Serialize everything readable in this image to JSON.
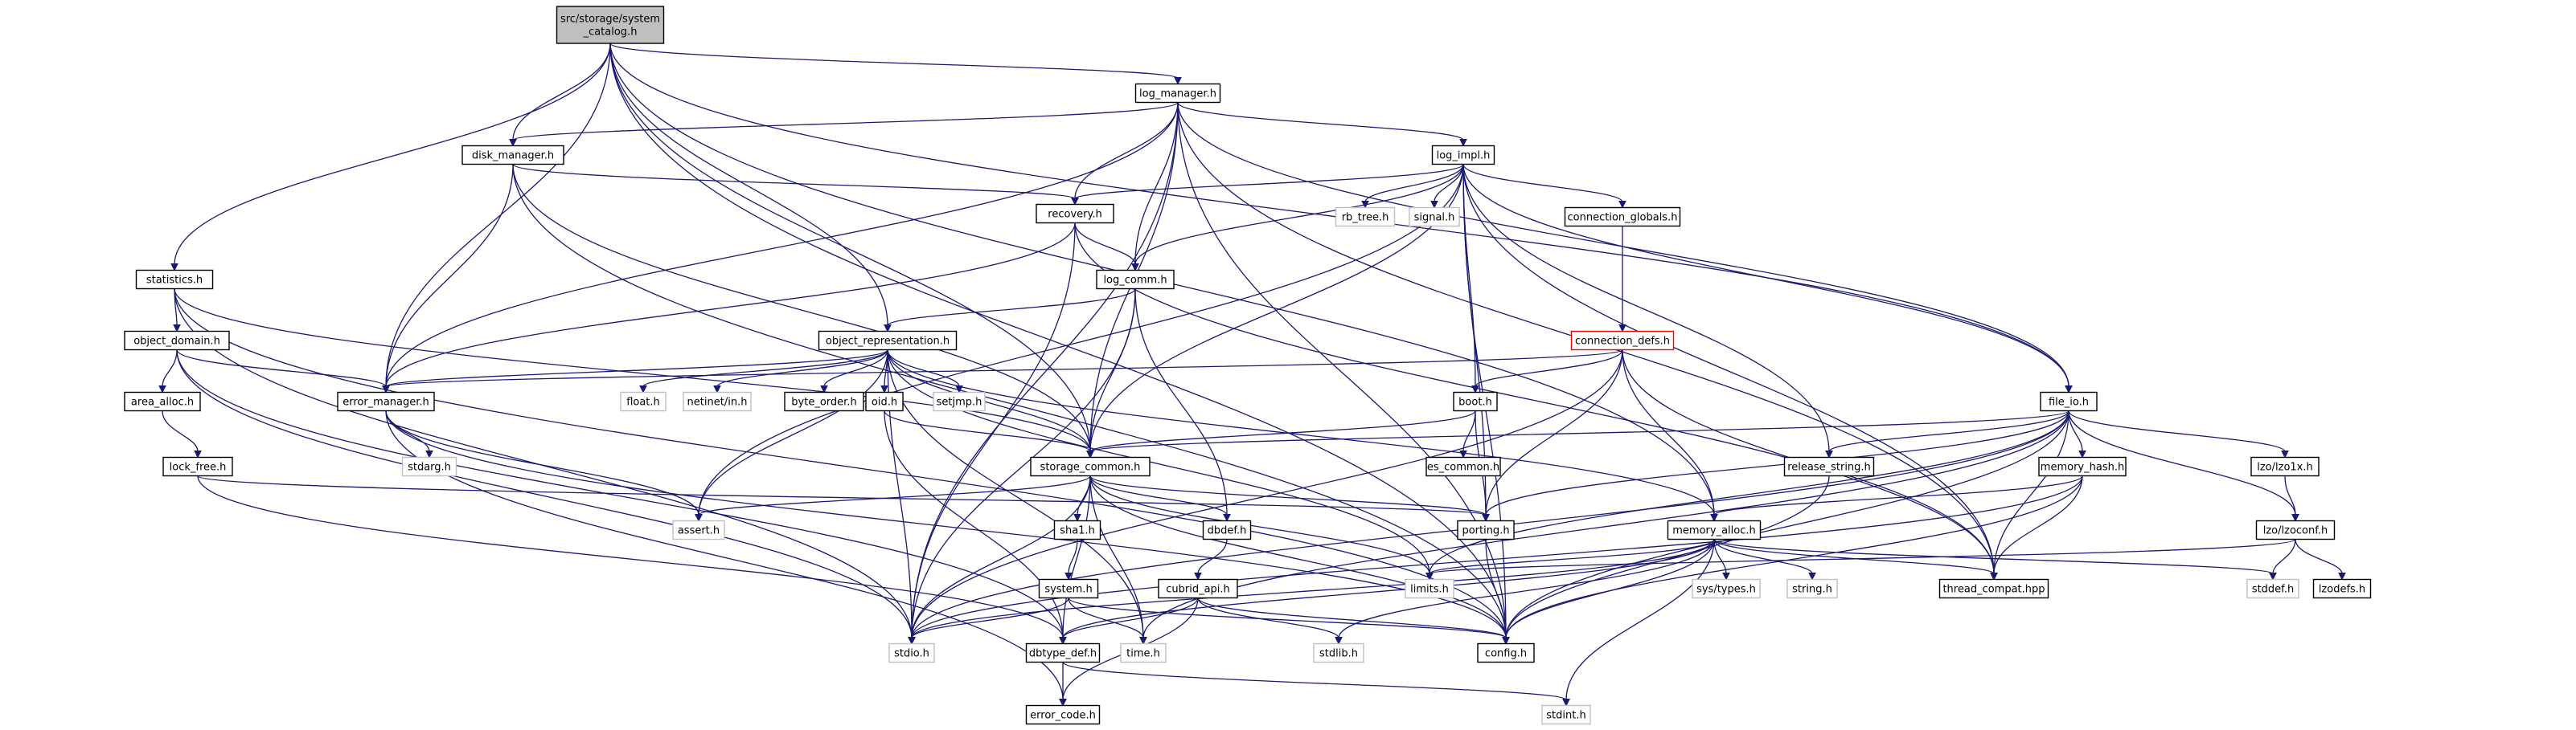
{
  "graph": {
    "nodes": [
      {
        "id": "catalog",
        "lines": [
          "src/storage/system",
          "_catalog.h"
        ],
        "style": "root"
      },
      {
        "id": "log_manager",
        "lines": [
          "log_manager.h"
        ]
      },
      {
        "id": "disk_manager",
        "lines": [
          "disk_manager.h"
        ]
      },
      {
        "id": "log_impl",
        "lines": [
          "log_impl.h"
        ]
      },
      {
        "id": "statistics",
        "lines": [
          "statistics.h"
        ]
      },
      {
        "id": "recovery",
        "lines": [
          "recovery.h"
        ]
      },
      {
        "id": "rb_tree",
        "lines": [
          "rb_tree.h"
        ],
        "style": "missing"
      },
      {
        "id": "signal",
        "lines": [
          "signal.h"
        ],
        "style": "missing"
      },
      {
        "id": "connection_globals",
        "lines": [
          "connection_globals.h"
        ]
      },
      {
        "id": "log_comm",
        "lines": [
          "log_comm.h"
        ]
      },
      {
        "id": "object_domain",
        "lines": [
          "object_domain.h"
        ]
      },
      {
        "id": "object_representation",
        "lines": [
          "object_representation.h"
        ]
      },
      {
        "id": "connection_defs",
        "lines": [
          "connection_defs.h"
        ],
        "style": "red"
      },
      {
        "id": "area_alloc",
        "lines": [
          "area_alloc.h"
        ]
      },
      {
        "id": "error_manager",
        "lines": [
          "error_manager.h"
        ]
      },
      {
        "id": "float",
        "lines": [
          "float.h"
        ],
        "style": "missing"
      },
      {
        "id": "netinet_in",
        "lines": [
          "netinet/in.h"
        ],
        "style": "missing"
      },
      {
        "id": "byte_order",
        "lines": [
          "byte_order.h"
        ]
      },
      {
        "id": "oid",
        "lines": [
          "oid.h"
        ]
      },
      {
        "id": "setjmp",
        "lines": [
          "setjmp.h"
        ],
        "style": "missing"
      },
      {
        "id": "boot",
        "lines": [
          "boot.h"
        ]
      },
      {
        "id": "file_io",
        "lines": [
          "file_io.h"
        ]
      },
      {
        "id": "lock_free",
        "lines": [
          "lock_free.h"
        ]
      },
      {
        "id": "stdarg",
        "lines": [
          "stdarg.h"
        ],
        "style": "missing"
      },
      {
        "id": "storage_common",
        "lines": [
          "storage_common.h"
        ]
      },
      {
        "id": "es_common",
        "lines": [
          "es_common.h"
        ]
      },
      {
        "id": "release_string",
        "lines": [
          "release_string.h"
        ]
      },
      {
        "id": "memory_hash",
        "lines": [
          "memory_hash.h"
        ]
      },
      {
        "id": "lzo1x",
        "lines": [
          "lzo/lzo1x.h"
        ]
      },
      {
        "id": "assert",
        "lines": [
          "assert.h"
        ],
        "style": "missing"
      },
      {
        "id": "sha1",
        "lines": [
          "sha1.h"
        ]
      },
      {
        "id": "dbdef",
        "lines": [
          "dbdef.h"
        ]
      },
      {
        "id": "porting",
        "lines": [
          "porting.h"
        ]
      },
      {
        "id": "memory_alloc",
        "lines": [
          "memory_alloc.h"
        ]
      },
      {
        "id": "lzoconf",
        "lines": [
          "lzo/lzoconf.h"
        ]
      },
      {
        "id": "system",
        "lines": [
          "system.h"
        ]
      },
      {
        "id": "cubrid_api",
        "lines": [
          "cubrid_api.h"
        ]
      },
      {
        "id": "limits",
        "lines": [
          "limits.h"
        ],
        "style": "missing"
      },
      {
        "id": "sys_types",
        "lines": [
          "sys/types.h"
        ],
        "style": "missing"
      },
      {
        "id": "string",
        "lines": [
          "string.h"
        ],
        "style": "missing"
      },
      {
        "id": "thread_compat",
        "lines": [
          "thread_compat.hpp"
        ]
      },
      {
        "id": "stddef",
        "lines": [
          "stddef.h"
        ],
        "style": "missing"
      },
      {
        "id": "lzodefs",
        "lines": [
          "lzodefs.h"
        ]
      },
      {
        "id": "stdio",
        "lines": [
          "stdio.h"
        ],
        "style": "missing"
      },
      {
        "id": "dbtype_def",
        "lines": [
          "dbtype_def.h"
        ]
      },
      {
        "id": "time",
        "lines": [
          "time.h"
        ],
        "style": "missing"
      },
      {
        "id": "stdlib",
        "lines": [
          "stdlib.h"
        ],
        "style": "missing"
      },
      {
        "id": "config",
        "lines": [
          "config.h"
        ]
      },
      {
        "id": "error_code",
        "lines": [
          "error_code.h"
        ]
      },
      {
        "id": "stdint",
        "lines": [
          "stdint.h"
        ],
        "style": "missing"
      }
    ],
    "edges": [
      [
        "catalog",
        "log_manager"
      ],
      [
        "catalog",
        "disk_manager"
      ],
      [
        "catalog",
        "statistics"
      ],
      [
        "catalog",
        "error_manager"
      ],
      [
        "catalog",
        "storage_common"
      ],
      [
        "catalog",
        "object_representation"
      ],
      [
        "catalog",
        "file_io"
      ],
      [
        "catalog",
        "memory_alloc"
      ],
      [
        "catalog",
        "config"
      ],
      [
        "log_manager",
        "disk_manager"
      ],
      [
        "log_manager",
        "log_impl"
      ],
      [
        "log_manager",
        "recovery"
      ],
      [
        "log_manager",
        "log_comm"
      ],
      [
        "log_manager",
        "storage_common"
      ],
      [
        "log_manager",
        "error_manager"
      ],
      [
        "log_manager",
        "file_io"
      ],
      [
        "log_manager",
        "thread_compat"
      ],
      [
        "log_manager",
        "config"
      ],
      [
        "log_manager",
        "stdio"
      ],
      [
        "disk_manager",
        "recovery"
      ],
      [
        "disk_manager",
        "error_manager"
      ],
      [
        "disk_manager",
        "storage_common"
      ],
      [
        "disk_manager",
        "config"
      ],
      [
        "log_impl",
        "recovery"
      ],
      [
        "log_impl",
        "log_comm"
      ],
      [
        "log_impl",
        "rb_tree"
      ],
      [
        "log_impl",
        "signal"
      ],
      [
        "log_impl",
        "connection_globals"
      ],
      [
        "log_impl",
        "boot"
      ],
      [
        "log_impl",
        "file_io"
      ],
      [
        "log_impl",
        "release_string"
      ],
      [
        "log_impl",
        "thread_compat"
      ],
      [
        "log_impl",
        "porting"
      ],
      [
        "log_impl",
        "assert"
      ],
      [
        "log_impl",
        "storage_common"
      ],
      [
        "log_impl",
        "config"
      ],
      [
        "statistics",
        "object_domain"
      ],
      [
        "statistics",
        "storage_common"
      ],
      [
        "statistics",
        "config"
      ],
      [
        "statistics",
        "stdio"
      ],
      [
        "recovery",
        "log_comm"
      ],
      [
        "recovery",
        "error_manager"
      ],
      [
        "recovery",
        "thread_compat"
      ],
      [
        "recovery",
        "stdio"
      ],
      [
        "connection_globals",
        "connection_defs"
      ],
      [
        "log_comm",
        "object_representation"
      ],
      [
        "log_comm",
        "storage_common"
      ],
      [
        "log_comm",
        "dbdef"
      ],
      [
        "log_comm",
        "stdio"
      ],
      [
        "object_domain",
        "area_alloc"
      ],
      [
        "object_domain",
        "error_manager"
      ],
      [
        "object_domain",
        "dbtype_def"
      ],
      [
        "object_domain",
        "stdio"
      ],
      [
        "object_representation",
        "error_manager"
      ],
      [
        "object_representation",
        "float"
      ],
      [
        "object_representation",
        "netinet_in"
      ],
      [
        "object_representation",
        "byte_order"
      ],
      [
        "object_representation",
        "oid"
      ],
      [
        "object_representation",
        "setjmp"
      ],
      [
        "object_representation",
        "storage_common"
      ],
      [
        "object_representation",
        "memory_alloc"
      ],
      [
        "object_representation",
        "limits"
      ],
      [
        "object_representation",
        "time"
      ],
      [
        "object_representation",
        "stdio"
      ],
      [
        "object_representation",
        "assert"
      ],
      [
        "connection_defs",
        "error_manager"
      ],
      [
        "connection_defs",
        "boot"
      ],
      [
        "connection_defs",
        "porting"
      ],
      [
        "connection_defs",
        "memory_alloc"
      ],
      [
        "connection_defs",
        "thread_compat"
      ],
      [
        "connection_defs",
        "stdio"
      ],
      [
        "area_alloc",
        "lock_free"
      ],
      [
        "error_manager",
        "stdarg"
      ],
      [
        "error_manager",
        "assert"
      ],
      [
        "error_manager",
        "config"
      ],
      [
        "error_manager",
        "error_code"
      ],
      [
        "oid",
        "storage_common"
      ],
      [
        "oid",
        "dbtype_def"
      ],
      [
        "boot",
        "storage_common"
      ],
      [
        "boot",
        "es_common"
      ],
      [
        "boot",
        "porting"
      ],
      [
        "file_io",
        "storage_common"
      ],
      [
        "file_io",
        "release_string"
      ],
      [
        "file_io",
        "memory_hash"
      ],
      [
        "file_io",
        "lzo1x"
      ],
      [
        "file_io",
        "lzoconf"
      ],
      [
        "file_io",
        "porting"
      ],
      [
        "file_io",
        "thread_compat"
      ],
      [
        "file_io",
        "limits"
      ],
      [
        "file_io",
        "config"
      ],
      [
        "file_io",
        "stdio"
      ],
      [
        "file_io",
        "time"
      ],
      [
        "lock_free",
        "porting"
      ],
      [
        "lock_free",
        "dbtype_def"
      ],
      [
        "storage_common",
        "assert"
      ],
      [
        "storage_common",
        "sha1"
      ],
      [
        "storage_common",
        "dbdef"
      ],
      [
        "storage_common",
        "porting"
      ],
      [
        "storage_common",
        "dbtype_def"
      ],
      [
        "storage_common",
        "limits"
      ],
      [
        "storage_common",
        "time"
      ],
      [
        "storage_common",
        "stdio"
      ],
      [
        "storage_common",
        "config"
      ],
      [
        "release_string",
        "config"
      ],
      [
        "memory_hash",
        "memory_alloc"
      ],
      [
        "memory_hash",
        "thread_compat"
      ],
      [
        "memory_hash",
        "stdio"
      ],
      [
        "memory_hash",
        "config"
      ],
      [
        "lzo1x",
        "lzoconf"
      ],
      [
        "sha1",
        "system"
      ],
      [
        "dbdef",
        "cubrid_api"
      ],
      [
        "porting",
        "config"
      ],
      [
        "memory_alloc",
        "limits"
      ],
      [
        "memory_alloc",
        "sys_types"
      ],
      [
        "memory_alloc",
        "string"
      ],
      [
        "memory_alloc",
        "thread_compat"
      ],
      [
        "memory_alloc",
        "stddef"
      ],
      [
        "memory_alloc",
        "stdlib"
      ],
      [
        "memory_alloc",
        "config"
      ],
      [
        "memory_alloc",
        "dbtype_def"
      ],
      [
        "memory_alloc",
        "stdio"
      ],
      [
        "memory_alloc",
        "stdint"
      ],
      [
        "lzoconf",
        "lzodefs"
      ],
      [
        "lzoconf",
        "limits"
      ],
      [
        "lzoconf",
        "stddef"
      ],
      [
        "system",
        "time"
      ],
      [
        "system",
        "config"
      ],
      [
        "system",
        "stdio"
      ],
      [
        "cubrid_api",
        "dbtype_def"
      ],
      [
        "cubrid_api",
        "config"
      ],
      [
        "cubrid_api",
        "stdlib"
      ],
      [
        "cubrid_api",
        "error_code"
      ],
      [
        "dbtype_def",
        "error_code"
      ],
      [
        "dbtype_def",
        "stdint"
      ]
    ]
  }
}
